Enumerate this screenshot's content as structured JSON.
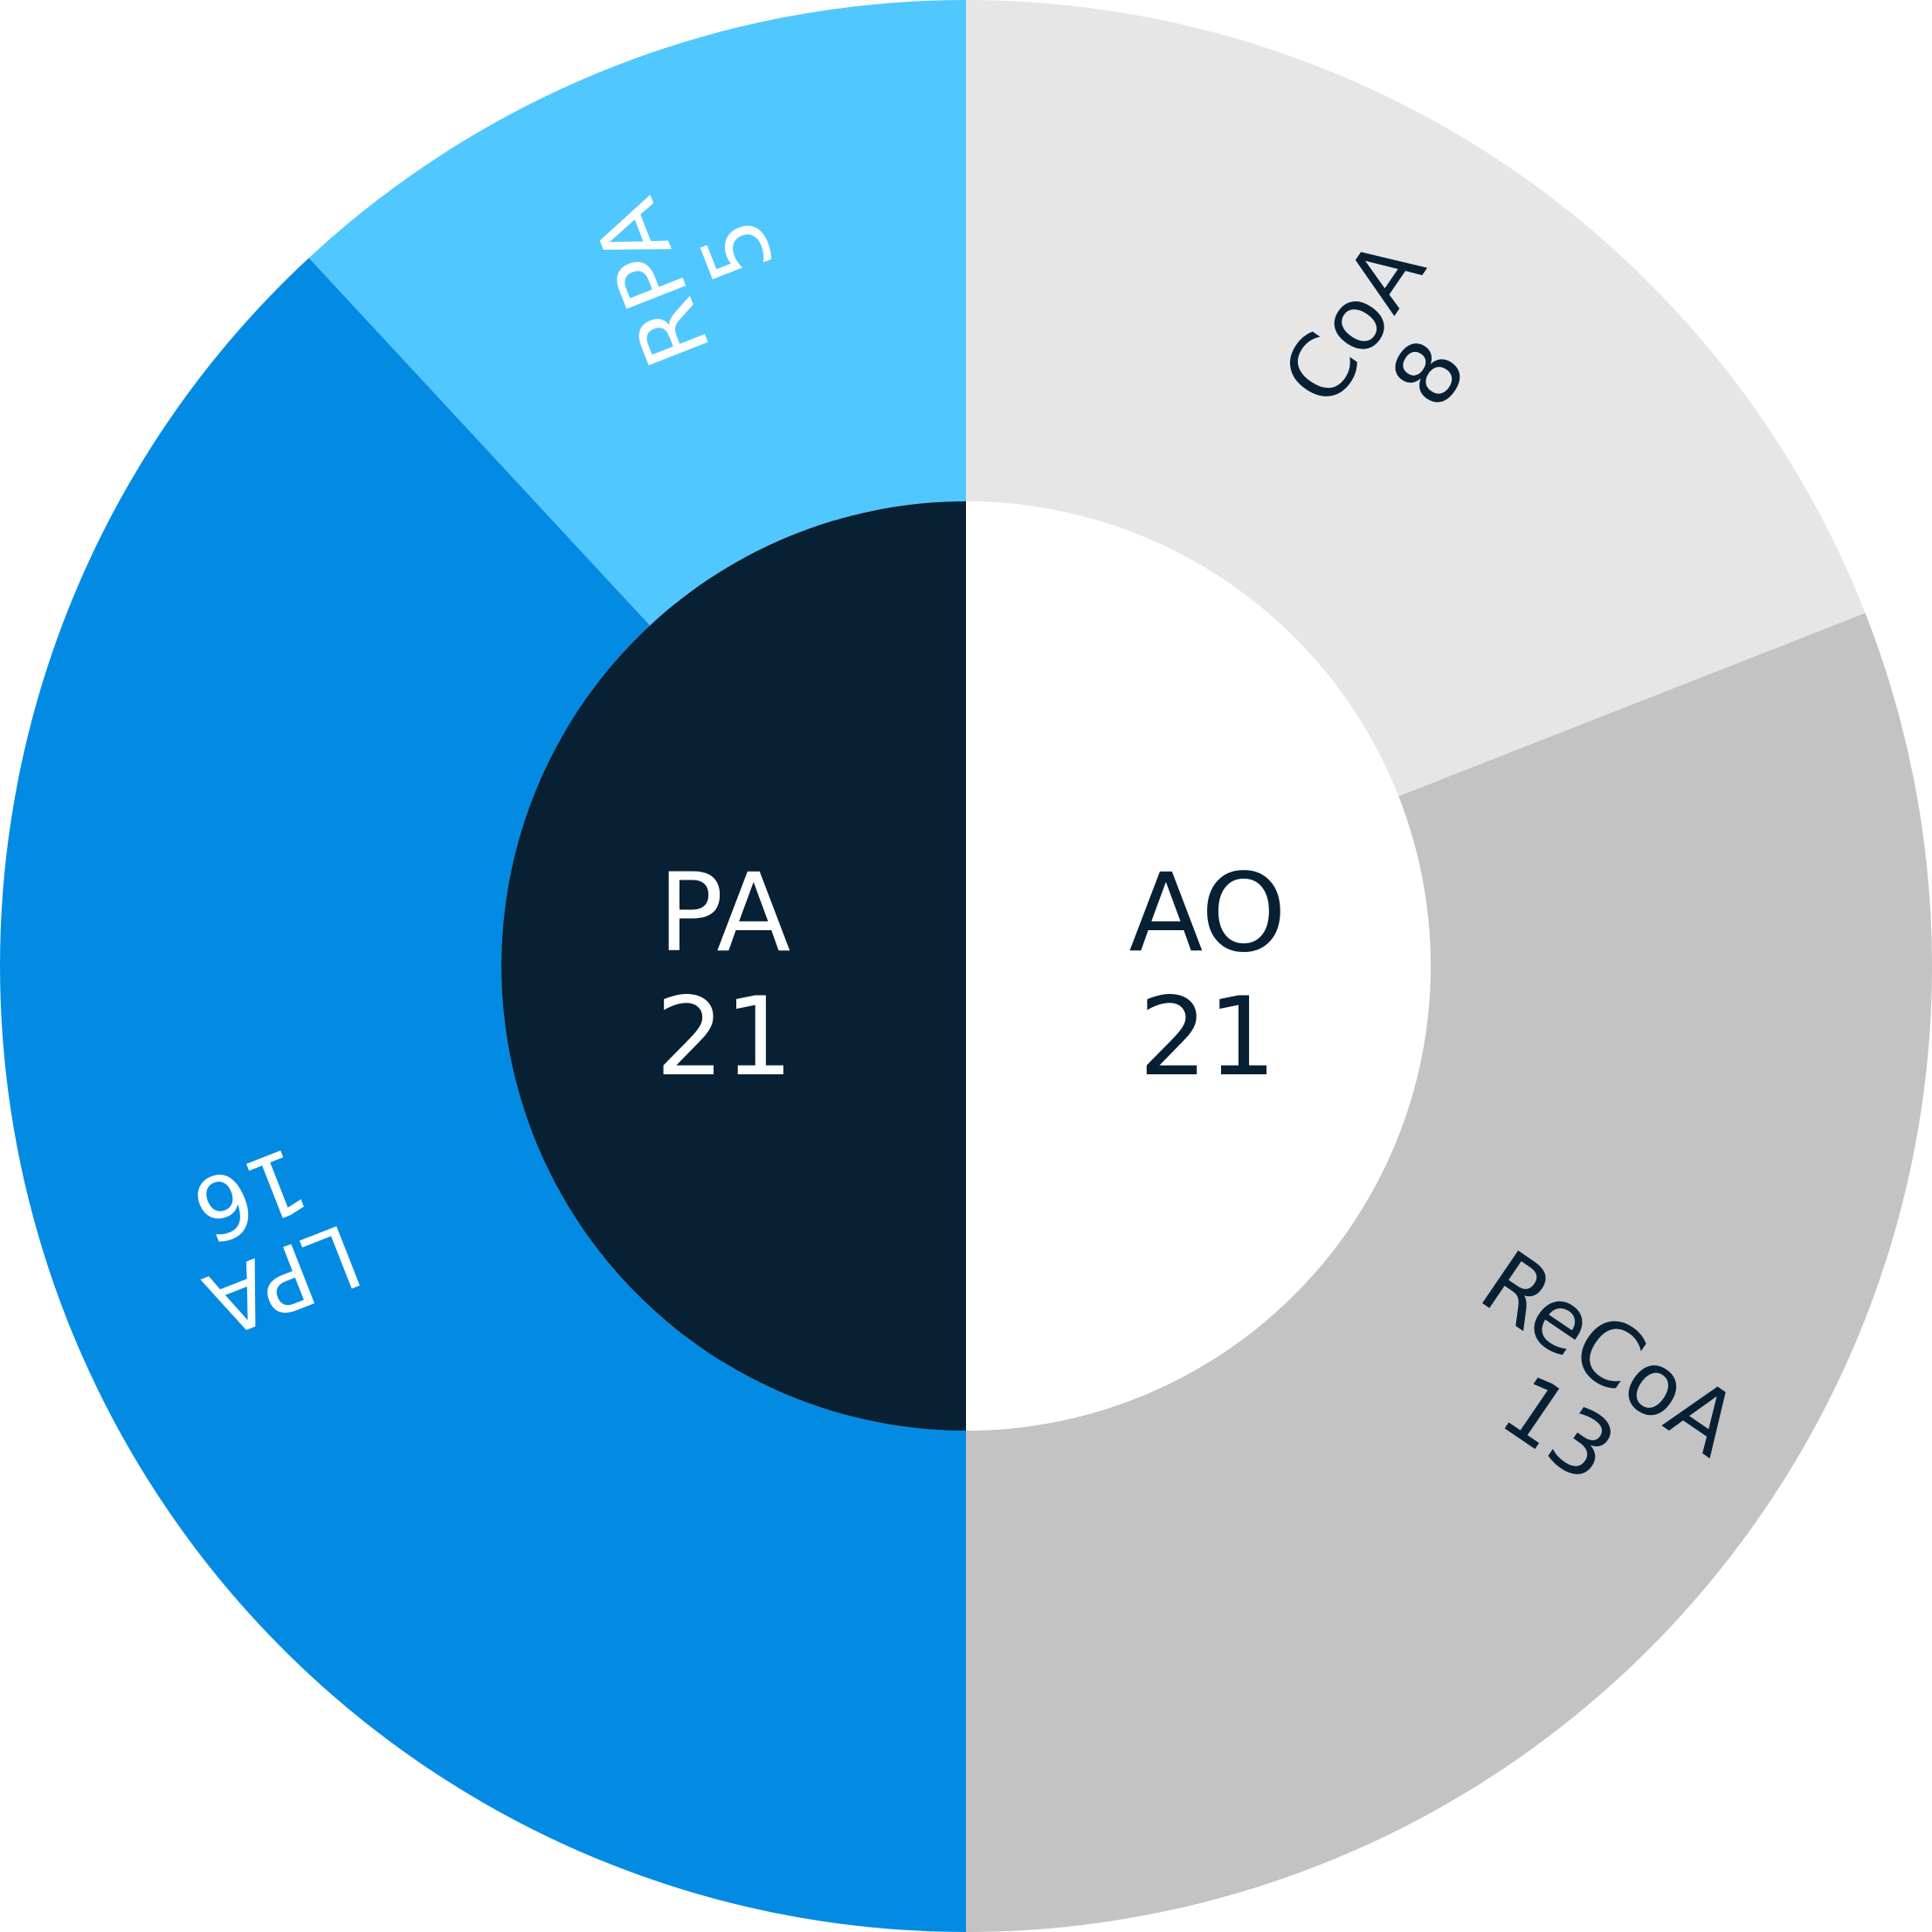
{
  "chart_data": {
    "type": "pie",
    "style": "two-level sunburst",
    "inner": [
      {
        "label": "PA",
        "value": "21",
        "color": "#072034",
        "text_color": "#ffffff"
      },
      {
        "label": "AO",
        "value": "21",
        "color": "#ffffff",
        "text_color": "#072034"
      }
    ],
    "outer": [
      {
        "label": "CoA",
        "value": "8",
        "parent": "AO",
        "color": "#e6e6e6",
        "text_color": "#072034"
      },
      {
        "label": "ReCoA",
        "value": "13",
        "parent": "AO",
        "color": "#c3c3c3",
        "text_color": "#072034"
      },
      {
        "label": "LPA",
        "value": "16",
        "parent": "PA",
        "color": "#038be3",
        "text_color": "#ffffff"
      },
      {
        "label": "RPA",
        "value": "5",
        "parent": "PA",
        "color": "#51c7ff",
        "text_color": "#ffffff"
      }
    ]
  }
}
